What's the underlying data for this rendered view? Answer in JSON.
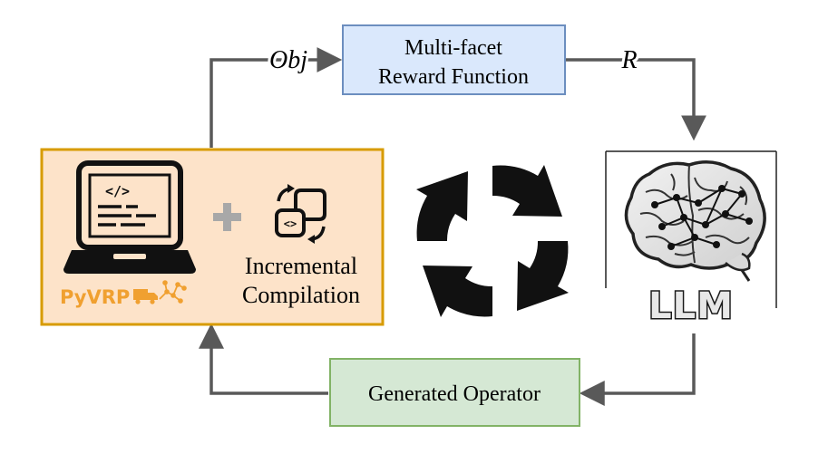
{
  "reward_box": {
    "line1": "Multi-facet",
    "line2": "Reward Function"
  },
  "edge_labels": {
    "obj": "Obj",
    "r": "R"
  },
  "operator_box": {
    "label": "Generated Operator"
  },
  "solver_box": {
    "plus": "+",
    "caption_line1": "Incremental",
    "caption_line2": "Compilation",
    "logo_text": "PyVRP",
    "code_symbol": "</>",
    "chip_symbol": "<>"
  },
  "llm_panel": {
    "label": "LLM"
  },
  "colors": {
    "reward_fill": "#dae8fc",
    "reward_stroke": "#6c8ebf",
    "operator_fill": "#d5e8d4",
    "operator_stroke": "#82b366",
    "solver_fill": "#fde3c9",
    "solver_stroke": "#d79b00",
    "pyvrp_orange": "#f0a030",
    "arrow": "#595959",
    "plus": "#a8a8a8"
  }
}
